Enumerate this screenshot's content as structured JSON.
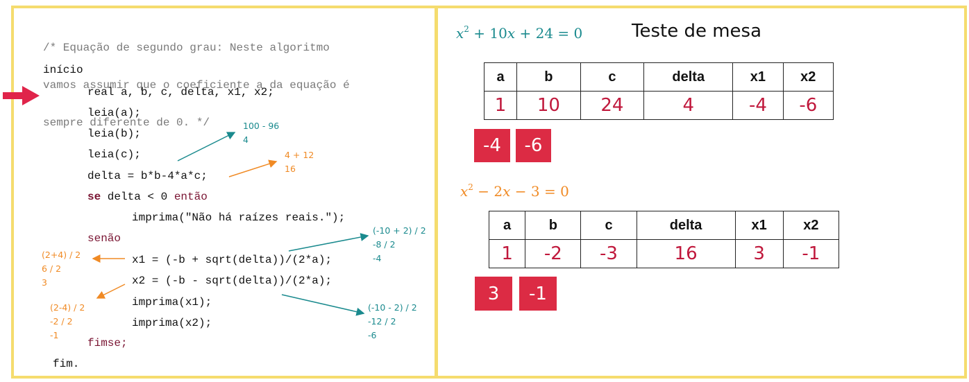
{
  "code": {
    "comment_lines": [
      "/* Equação de segundo grau: Neste algoritmo",
      "vamos assumir que o coeficiente a da equação é",
      "sempre diferente de 0. */"
    ],
    "inicio": "início",
    "decl": "real a, b, c, delta, x1, x2;",
    "leia_a": "leia(a);",
    "leia_b": "leia(b);",
    "leia_c": "leia(c);",
    "delta": "delta = b*b-4*a*c;",
    "se_kw": "se",
    "se_cond": " delta < 0 ",
    "entao_kw": "então",
    "imprima_msg": "imprima(\"Não há raízes reais.\");",
    "senao_kw": "senão",
    "x1": "x1 = (-b + sqrt(delta))/(2*a);",
    "x2": "x2 = (-b - sqrt(delta))/(2*a);",
    "imprima_x1": "imprima(x1);",
    "imprima_x2": "imprima(x2);",
    "fimse_kw": "fimse;",
    "fim": "fim."
  },
  "notes": {
    "delta_teal": "100 - 96\n4",
    "delta_orange": "4 + 12\n16",
    "x1_teal": "(-10 + 2) / 2\n-8 / 2\n-4",
    "x1_orange": "(2+4) / 2\n6 / 2\n3",
    "x2_orange": "(2-4) / 2\n-2 / 2\n-1",
    "x2_teal": "(-10 - 2) / 2\n-12 / 2\n-6"
  },
  "title": "Teste de mesa",
  "equation1": {
    "parts": [
      "x",
      "2",
      " + 10",
      "x",
      " + 24 = 0"
    ],
    "color": "#1a8a8e"
  },
  "equation2": {
    "parts": [
      "x",
      "2",
      " − 2",
      "x",
      " − 3 = 0"
    ],
    "color": "#f08a24"
  },
  "table1": {
    "headers": [
      "a",
      "b",
      "c",
      "delta",
      "x1",
      "x2"
    ],
    "values": [
      "1",
      "10",
      "24",
      "4",
      "-4",
      "-6"
    ]
  },
  "table2": {
    "headers": [
      "a",
      "b",
      "c",
      "delta",
      "x1",
      "x2"
    ],
    "values": [
      "1",
      "-2",
      "-3",
      "16",
      "3",
      "-1"
    ]
  },
  "results1": [
    "-4",
    "-6"
  ],
  "results2": [
    "3",
    "-1"
  ],
  "colors": {
    "accent_red": "#dc2b44",
    "teal": "#1a8a8e",
    "orange": "#f08a24",
    "border": "#f5dc6e"
  }
}
